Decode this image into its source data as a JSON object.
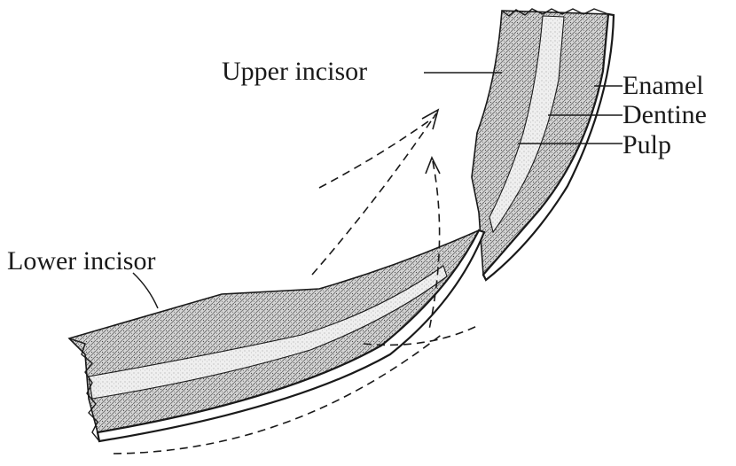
{
  "labels": {
    "upper_incisor": "Upper incisor",
    "lower_incisor": "Lower incisor",
    "enamel": "Enamel",
    "dentine": "Dentine",
    "pulp": "Pulp"
  },
  "colors": {
    "ink": "#1a1a1a",
    "background": "#ffffff",
    "dentine_fill": "#cfcfcf",
    "pulp_fill": "#ececec",
    "enamel_fill": "#ffffff"
  }
}
